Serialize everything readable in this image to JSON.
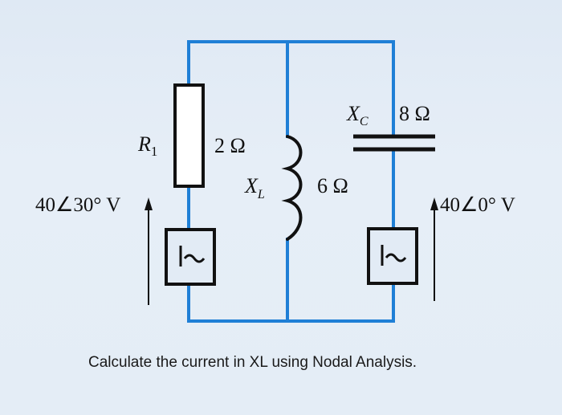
{
  "components": {
    "r1": {
      "symbol": "R",
      "subscript": "1",
      "value": "2 Ω"
    },
    "xl": {
      "symbol": "X",
      "subscript": "L",
      "value": "6 Ω"
    },
    "xc": {
      "symbol": "X",
      "subscript": "C",
      "value": "8 Ω"
    }
  },
  "sources": {
    "left": {
      "label": "40∠30° V"
    },
    "right": {
      "label": "40∠0° V"
    }
  },
  "caption": "Calculate the current in XL using Nodal Analysis.",
  "colors": {
    "wire": "#1f7fd6",
    "ink": "#111111",
    "background": "#e2ebf5"
  }
}
